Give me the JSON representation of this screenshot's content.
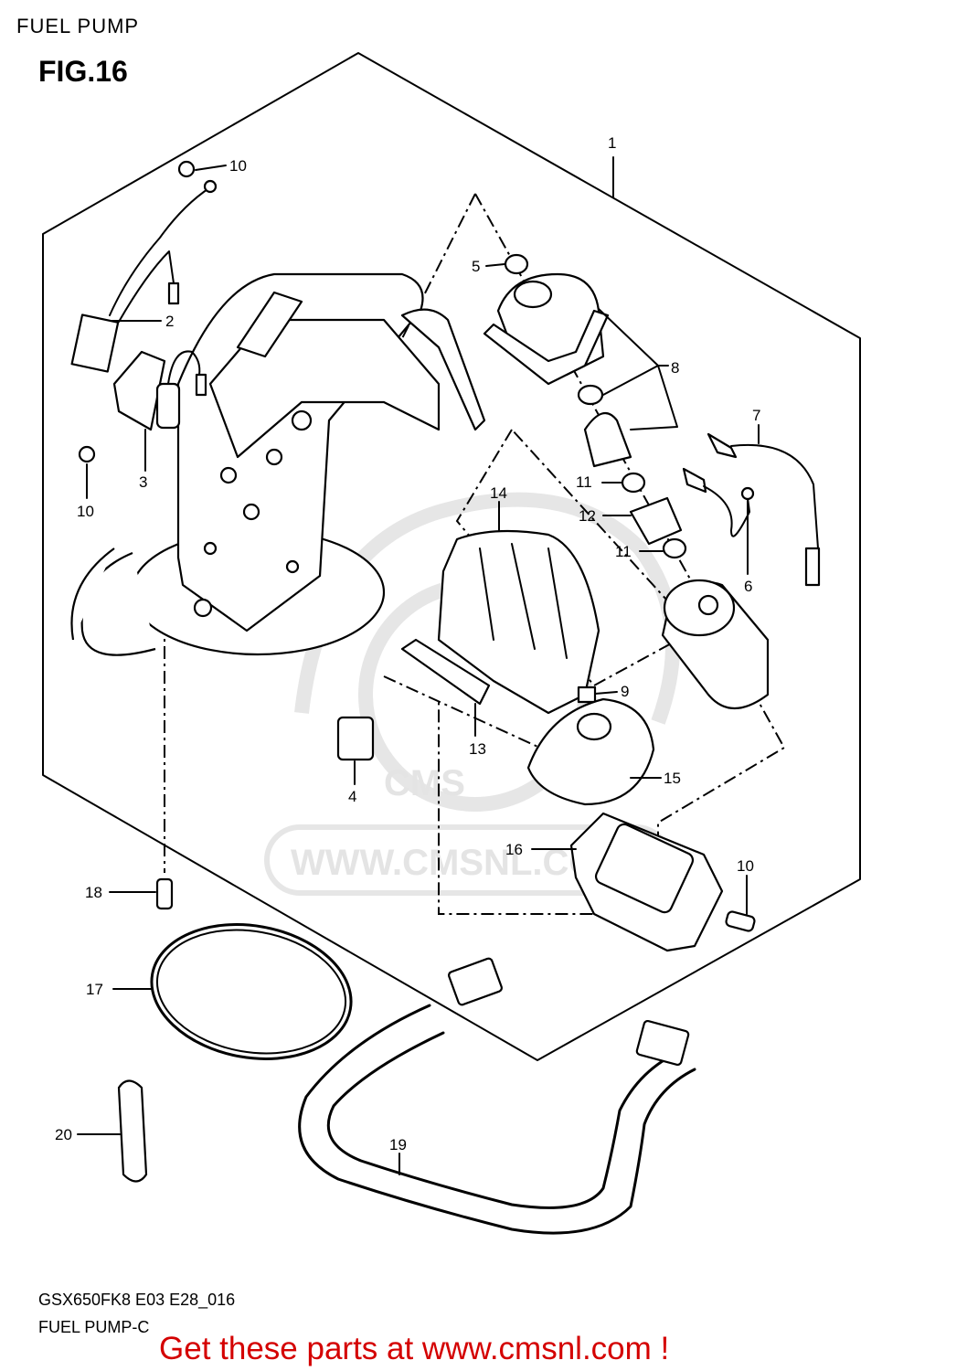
{
  "header": {
    "title": "FUEL PUMP",
    "figure": "FIG.16"
  },
  "watermark": {
    "site": "WWW.CMSNL.COM",
    "logo": "CMS"
  },
  "parts": [
    {
      "id": "1",
      "label": "1"
    },
    {
      "id": "2",
      "label": "2"
    },
    {
      "id": "3",
      "label": "3"
    },
    {
      "id": "4",
      "label": "4"
    },
    {
      "id": "5",
      "label": "5"
    },
    {
      "id": "6",
      "label": "6"
    },
    {
      "id": "7",
      "label": "7"
    },
    {
      "id": "8",
      "label": "8"
    },
    {
      "id": "9",
      "label": "9"
    },
    {
      "id": "10a",
      "label": "10"
    },
    {
      "id": "10b",
      "label": "10"
    },
    {
      "id": "10c",
      "label": "10"
    },
    {
      "id": "11a",
      "label": "11"
    },
    {
      "id": "11b",
      "label": "11"
    },
    {
      "id": "12",
      "label": "12"
    },
    {
      "id": "13",
      "label": "13"
    },
    {
      "id": "14",
      "label": "14"
    },
    {
      "id": "15",
      "label": "15"
    },
    {
      "id": "16",
      "label": "16"
    },
    {
      "id": "17",
      "label": "17"
    },
    {
      "id": "18",
      "label": "18"
    },
    {
      "id": "19",
      "label": "19"
    },
    {
      "id": "20",
      "label": "20"
    }
  ],
  "footer": {
    "model_code": "GSX650FK8 E03 E28_016",
    "diagram_name": "FUEL PUMP-C",
    "cta": "Get these parts at www.cmsnl.com !"
  }
}
